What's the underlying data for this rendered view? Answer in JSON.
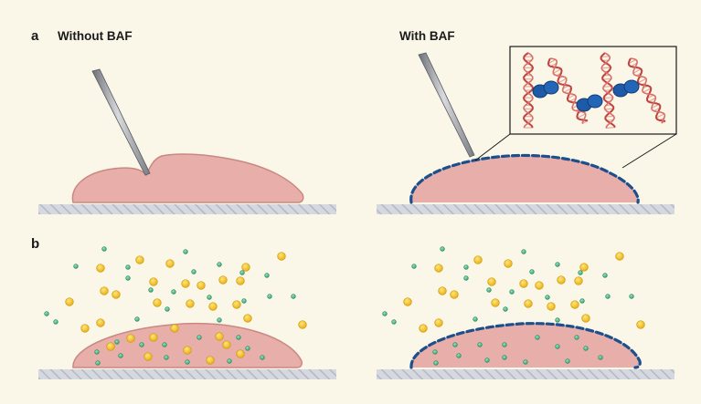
{
  "panels": {
    "a": {
      "letter": "a",
      "left_title": "Without BAF",
      "right_title": "With BAF"
    },
    "b": {
      "letter": "b"
    }
  },
  "colors": {
    "background": "#fbf7e8",
    "cell_fill": "#e8aeaa",
    "cell_stroke": "#c98880",
    "baf_dash": "#1d4f8c",
    "baf_protein": "#1e5aa8",
    "dna_strand": "#c0443e",
    "substrate": "#c7c9d2",
    "yellow_particle": "#f3c21c",
    "green_particle": "#3fae7d"
  },
  "legend_icons": [
    "micropipette-icon",
    "dna-helix-icon",
    "baf-protein-icon"
  ]
}
